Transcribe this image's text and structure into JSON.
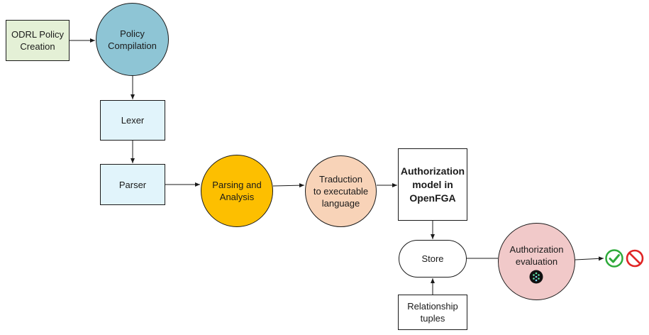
{
  "nodes": {
    "odrl": "ODRL Policy\nCreation",
    "compile": "Policy\nCompilation",
    "lexer": "Lexer",
    "parser": "Parser",
    "parsing": "Parsing and\nAnalysis",
    "traduction": "Traduction\nto executable\nlanguage",
    "authz_model": "Authorization\nmodel in\nOpenFGA",
    "store": "Store",
    "evaluation": "Authorization\nevaluation",
    "tuples": "Relationship\ntuples"
  },
  "colors": {
    "odrl_fill": "#e4f0d6",
    "compile_fill": "#8ec5d5",
    "lexer_parser_fill": "#e1f4fb",
    "parsing_fill": "#fdbf00",
    "traduction_fill": "#f8d3b8",
    "evaluation_fill": "#f1c9c9",
    "allow_green": "#2eaa3a",
    "deny_red": "#e02424"
  },
  "icons": [
    "openfga-logo-icon",
    "check-circle-icon",
    "prohibited-icon"
  ]
}
